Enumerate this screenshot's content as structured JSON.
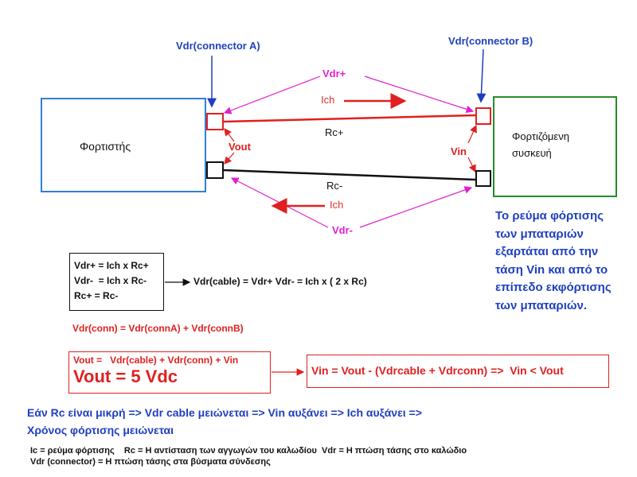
{
  "labels": {
    "connector_a": "Vdr(connector A)",
    "connector_b": "Vdr(connector B)",
    "vdr_plus": "Vdr+",
    "vdr_minus": "Vdr-",
    "ich_top": "Ich",
    "ich_bottom": "Ich",
    "rc_plus": "Rc+",
    "rc_minus": "Rc-",
    "vout": "Vout",
    "vin": "Vin"
  },
  "boxes": {
    "charger": "Φορτιστής",
    "device_line1": "Φορτιζόμενη",
    "device_line2": "συσκευή"
  },
  "note": {
    "lines": [
      "Το ρεύμα φόρτισης",
      "των μπαταριών",
      "εξαρτάται από την",
      "τάση Vin και από το",
      "επίπεδο εκφόρτισης",
      "των μπαταριών."
    ]
  },
  "equations": {
    "box_lines": [
      "Vdr+ = Ich x Rc+",
      "Vdr-  = Ich x Rc-",
      "Rc+ = Rc-"
    ],
    "cable": "Vdr(cable) = Vdr+ Vdr- = Ich x ( 2 x Rc)",
    "conn": "Vdr(conn) = Vdr(connA) + Vdr(connB)",
    "vout_formula": "Vout =   Vdr(cable) + Vdr(conn) + Vin",
    "vout_value": "Vout = 5 Vdc",
    "vin_formula": "Vin = Vout - (Vdrcable + Vdrconn) =>  Vin < Vout"
  },
  "conclusion": {
    "line1": "Εάν Rc είναι μικρή => Vdr cable μειώνεται =>  Vin αυξάνει  => Ich αυξάνει =>",
    "line2": "Χρόνος φόρτισης μειώνεται"
  },
  "footnotes": {
    "line1": "Ic = ρεύμα φόρτισης    Rc = Η αντίσταση των αγγωγών του καλωδίου  Vdr = Η πτώση τάσης στο καλώδιο",
    "line2": "Vdr (connector) = Η πτώση τάσης στα βύσματα σύνδεσης"
  },
  "colors": {
    "charger_border": "#2f7fd8",
    "device_border": "#2a8a2a",
    "red": "#e02020",
    "magenta": "#e020d0",
    "blue_text": "#1f3fbf"
  }
}
